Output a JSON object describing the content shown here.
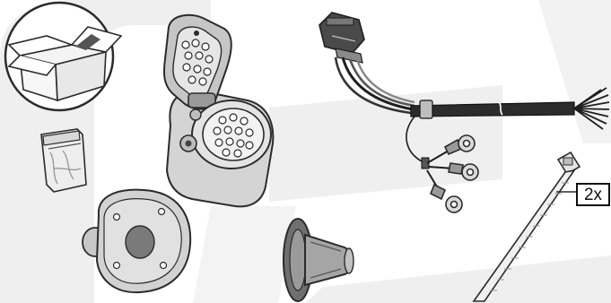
{
  "product_kit": {
    "items": [
      {
        "id": "box",
        "icon": "cardboard-box-icon"
      },
      {
        "id": "grease-bag",
        "icon": "grease-sachet-icon"
      },
      {
        "id": "socket",
        "icon": "13-pin-socket-icon"
      },
      {
        "id": "seal-plate",
        "icon": "rubber-seal-plate-icon"
      },
      {
        "id": "grommet",
        "icon": "rubber-grommet-icon"
      },
      {
        "id": "wiring-harness",
        "icon": "wiring-harness-icon"
      },
      {
        "id": "ring-terminals",
        "icon": "ring-terminal-icon"
      },
      {
        "id": "cable-tie",
        "icon": "cable-tie-icon"
      }
    ],
    "cable_tie_quantity": "2x"
  },
  "colors": {
    "background_mark": "#ececec",
    "outline": "#2b2b2b",
    "part_light": "#d6d6d6",
    "part_dark": "#3a3a3a",
    "socket_cap": "#8e8e8e"
  }
}
